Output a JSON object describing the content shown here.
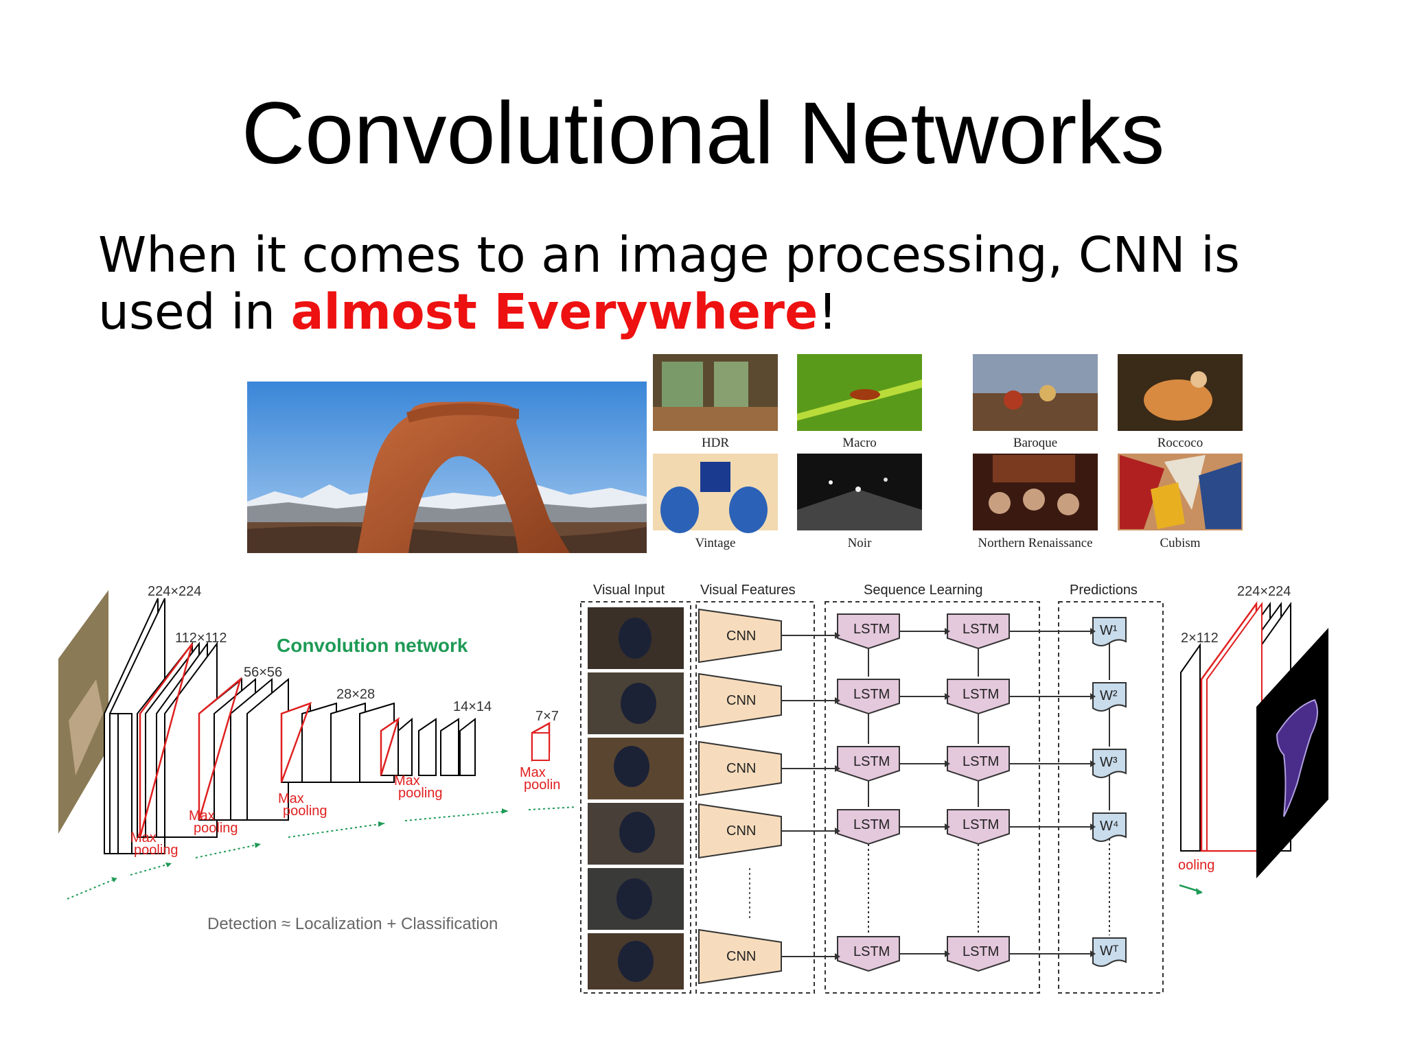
{
  "slide": {
    "title": "Convolutional Networks",
    "body_prefix": "When it comes to an image processing, CNN is used in ",
    "body_highlight": "almost Everywhere",
    "body_suffix": "!",
    "highlight_color": "#ee1111"
  },
  "style_gallery": {
    "photo_styles": [
      "HDR",
      "Macro",
      "Vintage",
      "Noir"
    ],
    "art_styles": [
      "Baroque",
      "Roccoco",
      "Northern Renaissance",
      "Cubism"
    ]
  },
  "vgg_diagram": {
    "sizes": [
      "224×224",
      "112×112",
      "56×56",
      "28×28",
      "14×14",
      "7×7"
    ],
    "title": "Convolution network",
    "pool_line1": "Max",
    "pool_line2": "pooling",
    "pool_partial": "poolin",
    "footer": "Detection ≈ Localization + Classification"
  },
  "lstm_diagram": {
    "headers": [
      "Visual Input",
      "Visual Features",
      "Sequence Learning",
      "Predictions"
    ],
    "cnn_label": "CNN",
    "lstm_label": "LSTM",
    "outputs": [
      "W¹",
      "W²",
      "W³",
      "W⁴",
      "Wᵀ"
    ]
  },
  "segnet_fragment": {
    "size_top": "224×224",
    "size_mid": "2×112",
    "pool_partial": "ooling"
  }
}
